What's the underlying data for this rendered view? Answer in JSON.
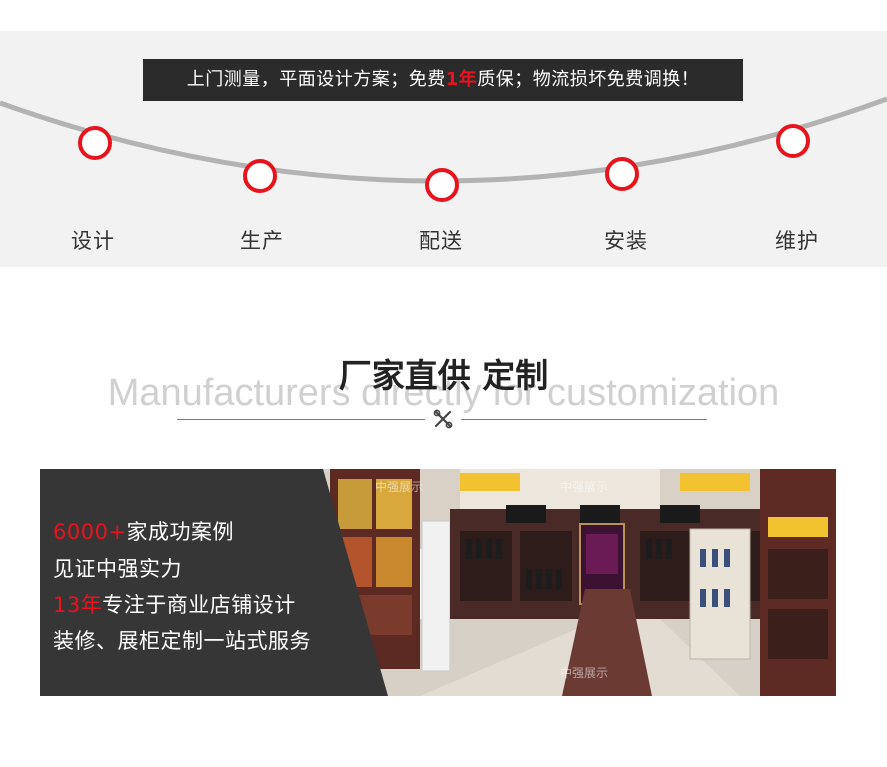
{
  "banner": {
    "text_before": "上门测量，平面设计方案；免费",
    "highlight": "1年",
    "text_after": "质保；物流损坏免费调换！"
  },
  "steps": [
    {
      "label": "设计"
    },
    {
      "label": "生产"
    },
    {
      "label": "配送"
    },
    {
      "label": "安装"
    },
    {
      "label": "维护"
    }
  ],
  "section": {
    "title_cn": "厂家直供 定制",
    "title_en": "Manufacturers directly for customization",
    "icon": "tools-icon"
  },
  "promo": {
    "line1_highlight": "6000+",
    "line1_rest": "家成功案例",
    "line2": "见证中强实力",
    "line3_highlight": "13年",
    "line3_rest": "专注于商业店铺设计",
    "line4": "装修、展柜定制一站式服务"
  },
  "photo": {
    "watermark": "中强展示"
  },
  "colors": {
    "accent": "#e8131d",
    "banner_bg": "#2b2b2b",
    "panel_bg": "#363636",
    "band_bg": "#f2f2f2"
  }
}
